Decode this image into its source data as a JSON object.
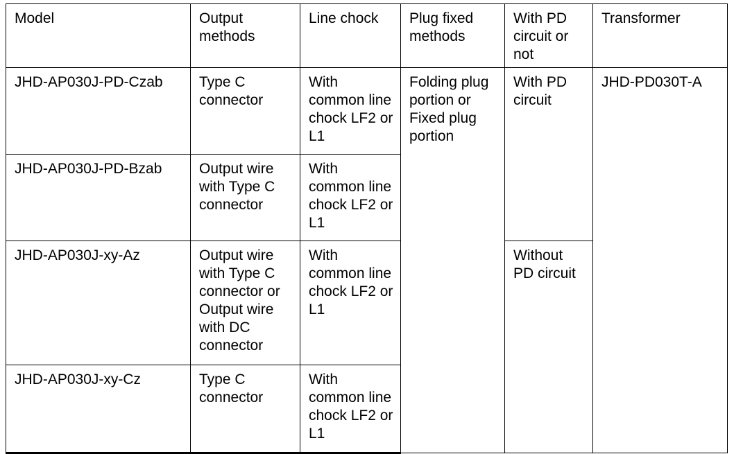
{
  "table": {
    "columns": [
      {
        "key": "model",
        "label": "Model"
      },
      {
        "key": "output",
        "label": "Output methods"
      },
      {
        "key": "chock",
        "label": "Line chock"
      },
      {
        "key": "plug",
        "label": "Plug fixed methods"
      },
      {
        "key": "pd",
        "label": "With PD circuit or not"
      },
      {
        "key": "transformer",
        "label": "Transformer"
      }
    ],
    "rows": [
      {
        "model": "JHD-AP030J-PD-Czab",
        "output": "Type C connector",
        "chock": "With common line chock LF2 or L1",
        "plug": "Folding plug portion or Fixed plug portion",
        "pd": "With PD circuit",
        "transformer": "JHD-PD030T-A"
      },
      {
        "model": "JHD-AP030J-PD-Bzab",
        "output": "Output wire with Type C connector",
        "chock": "With common line chock LF2 or L1"
      },
      {
        "model": "JHD-AP030J-xy-Az",
        "output": "Output wire with Type C connector or Output wire with DC connector",
        "chock": "With common line chock LF2 or L1",
        "pd": "Without PD circuit"
      },
      {
        "model": "JHD-AP030J-xy-Cz",
        "output": "Type C connector",
        "chock": "With common line chock LF2 or L1"
      }
    ]
  },
  "colors": {
    "border": "#000000",
    "text": "#000000",
    "background": "#ffffff"
  }
}
